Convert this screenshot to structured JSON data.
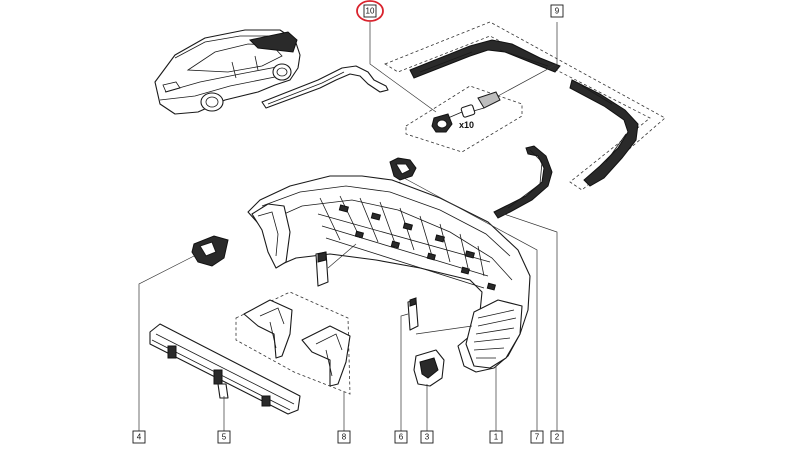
{
  "diagram": {
    "callouts": [
      {
        "id": "c10",
        "label": "10",
        "highlighted": true
      },
      {
        "id": "c9",
        "label": "9"
      },
      {
        "id": "c4",
        "label": "4"
      },
      {
        "id": "c5",
        "label": "5"
      },
      {
        "id": "c8",
        "label": "8"
      },
      {
        "id": "c6",
        "label": "6"
      },
      {
        "id": "c3",
        "label": "3"
      },
      {
        "id": "c1",
        "label": "1"
      },
      {
        "id": "c7",
        "label": "7"
      },
      {
        "id": "c2",
        "label": "2"
      }
    ],
    "quantity_label": "x10",
    "highlight_color": "#d9232d"
  }
}
